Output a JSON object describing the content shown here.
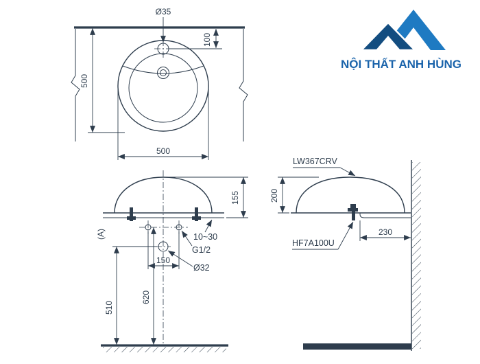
{
  "brand": {
    "name": "NỘI THẤT ANH HÙNG"
  },
  "colors": {
    "brand_primary": "#1e7ac2",
    "brand_dark": "#134d80",
    "brand_text": "#1b64ab",
    "line": "#2e3d4d"
  },
  "plan": {
    "hole_dia": "Ø35",
    "hole_offset": "100",
    "depth": "500",
    "width": "500"
  },
  "front": {
    "height": "155",
    "counter_thickness": "10~30",
    "thread": "G1/2",
    "drain_dia": "Ø32",
    "hole_pitch": "150",
    "dim_620": "620",
    "dim_510": "510",
    "section_label": "(A)"
  },
  "side": {
    "model": "LW367CRV",
    "height": "200",
    "depth": "230",
    "drain_model": "HF7A100U"
  }
}
